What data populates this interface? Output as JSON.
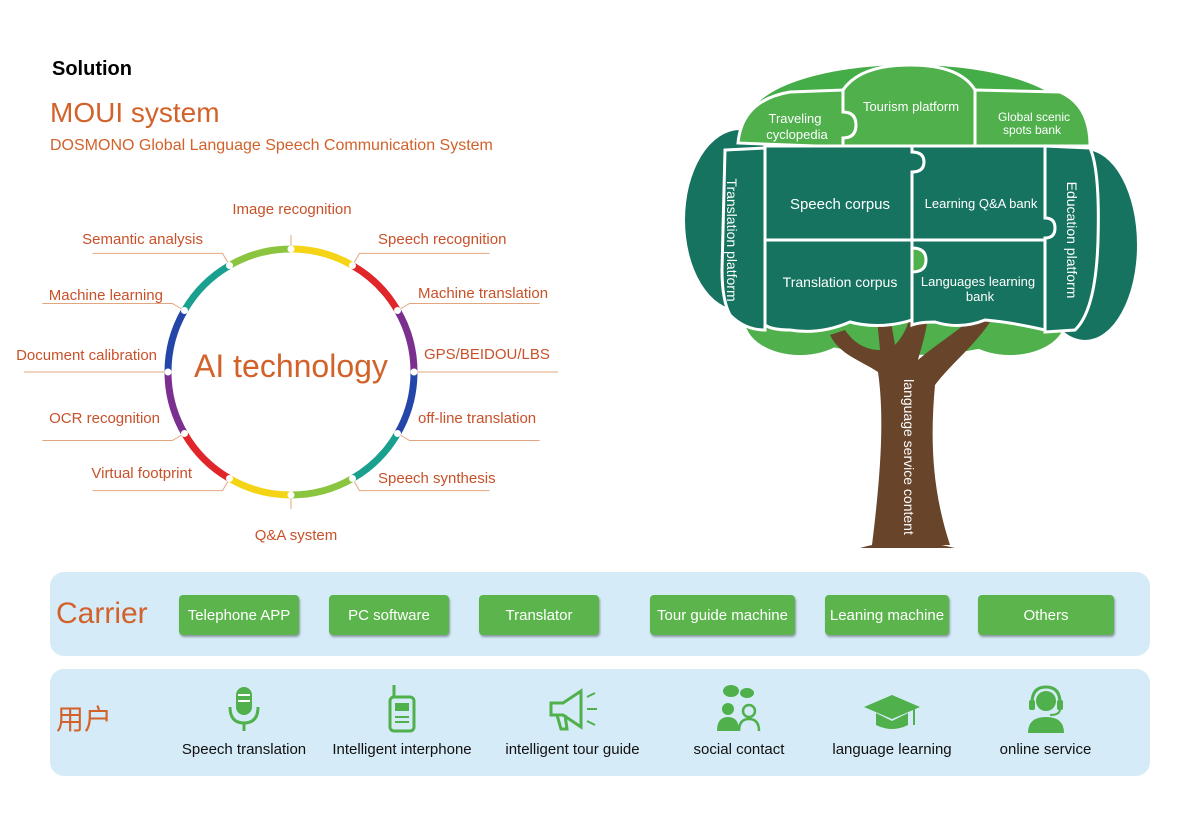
{
  "header": {
    "heading": "Solution",
    "system_title": "MOUI system",
    "system_subtitle": "DOSMONO Global Language Speech Communication System"
  },
  "ai_wheel": {
    "center_label": "AI technology",
    "features": [
      "Image recognition",
      "Speech recognition",
      "Machine translation",
      "GPS/BEIDOU/LBS",
      "off-line translation",
      "Speech synthesis",
      "Q&A system",
      "Virtual footprint",
      "OCR recognition",
      "Document calibration",
      "Machine learning",
      "Semantic analysis"
    ]
  },
  "tree": {
    "top_pieces": [
      "Traveling cyclopedia",
      "Tourism platform",
      "Global scenic spots bank"
    ],
    "left_piece": "Translation platform",
    "right_piece": "Education platform",
    "middle_pieces": [
      "Speech corpus",
      "Learning Q&A bank",
      "Translation corpus",
      "Languages learning bank"
    ],
    "trunk_label": "language service content"
  },
  "carrier": {
    "title": "Carrier",
    "items": [
      "Telephone APP",
      "PC software",
      "Translator",
      "Tour guide machine",
      "Leaning machine",
      "Others"
    ]
  },
  "users": {
    "title": "用户",
    "items": [
      {
        "label": "Speech translation",
        "icon": "microphone-icon"
      },
      {
        "label": "Intelligent interphone",
        "icon": "walkie-talkie-icon"
      },
      {
        "label": "intelligent tour guide",
        "icon": "megaphone-icon"
      },
      {
        "label": "social contact",
        "icon": "people-chat-icon"
      },
      {
        "label": "language learning",
        "icon": "graduation-cap-icon"
      },
      {
        "label": "online service",
        "icon": "headset-agent-icon"
      }
    ]
  },
  "colors": {
    "accent_orange": "#d2622a",
    "button_green": "#5cb54c",
    "band_blue": "#d5ebf7",
    "tree_dark": "#16735f",
    "tree_light": "#4fb04c"
  }
}
